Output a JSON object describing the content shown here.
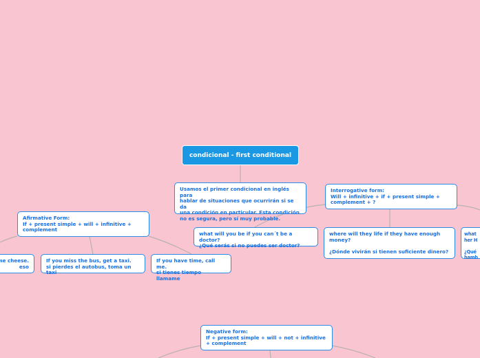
{
  "colors": {
    "background": "#f8c5d0",
    "root_fill": "#1a98e4",
    "node_border": "#2a8be6",
    "node_text": "#1a6fe0",
    "link": "#b8b0b4"
  },
  "root": {
    "label": "condicional - first conditional"
  },
  "description": {
    "text": "Usamos el primer condicional en inglés para\nhablar de situaciones que ocurrirán si se da\nuna condición en particular. Esta condición\nno es segura, pero sí muy probable."
  },
  "interrogative": {
    "text": "Interrogative form:\nWill + infinitive + if + present simple +\ncomplement + ?",
    "examples": [
      {
        "text": "what will you be if you can´t be a doctor?\n¿Qué serás si no puedes ser doctor?"
      },
      {
        "text": "where will they life if they have enough\nmoney?\n\n¿Dónde vivirán si tienen suficiente dinero?"
      },
      {
        "text": "what\nher H\n\n¿Qué\nhamb"
      }
    ]
  },
  "affirmative": {
    "text": "Afirmative Form:\nIf + present simple + will + infinitive +\ncomplement",
    "examples": [
      {
        "text": "me cheese.\neso"
      },
      {
        "text": "If you miss the bus, get a taxi.\nsi pierdes el autobus, toma un taxi"
      },
      {
        "text": "If you have time, call me.\nsi tienes tiempo llamame"
      }
    ]
  },
  "negative": {
    "text": "Negative form:\nIf + present simple + will + not + infinitive\n+ complement"
  }
}
